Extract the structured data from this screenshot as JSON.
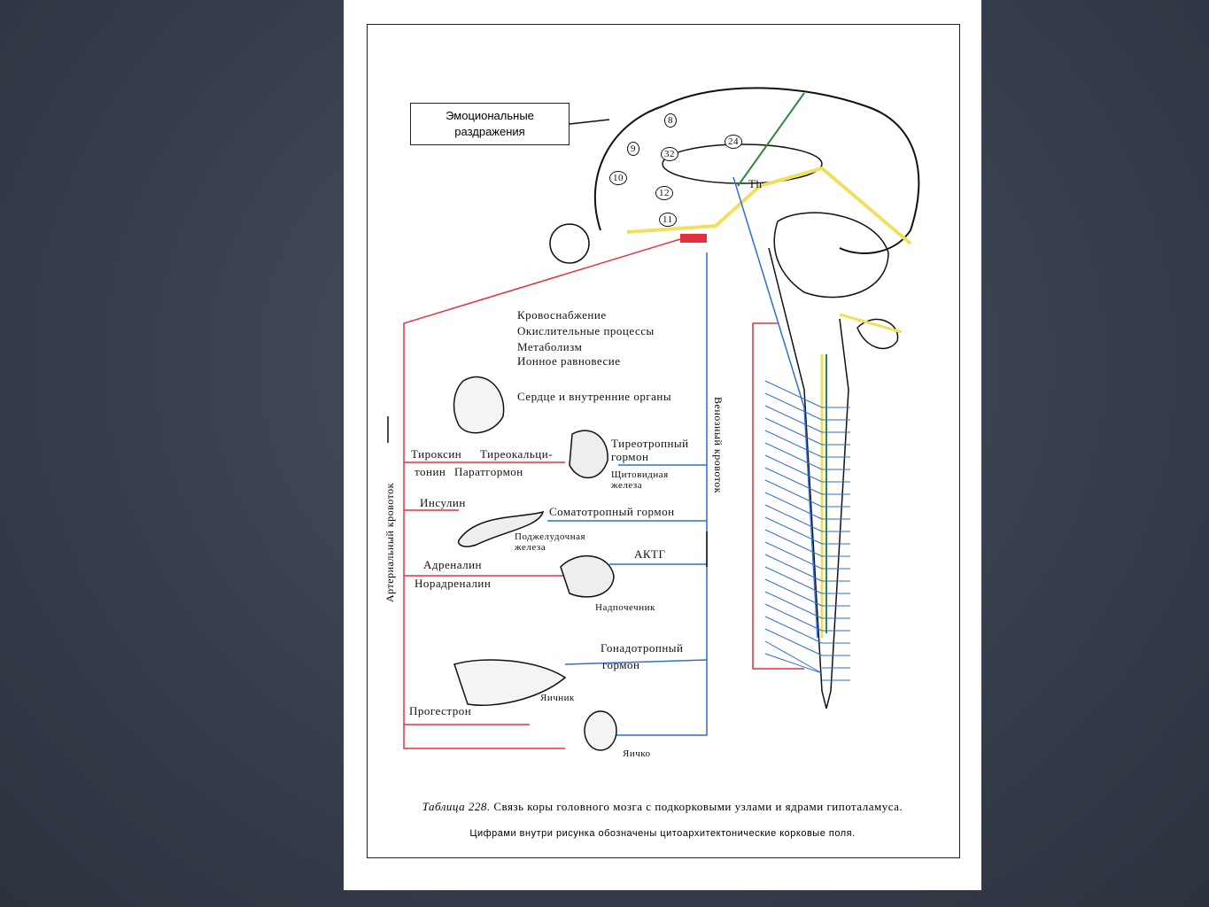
{
  "box_label": "Эмоциональные раздражения",
  "field_numbers": [
    "8",
    "9",
    "32",
    "24",
    "10",
    "12",
    "11"
  ],
  "thalamus_label": "Th",
  "labels": {
    "blood_supply": "Кровоснабжение",
    "oxidation": "Окислительные процессы",
    "metabolism": "Метаболизм",
    "ionic": "Ионное равновесие",
    "heart": "Сердце и внутренние органы",
    "thyroxin": "Тироксин",
    "thyrocalci": "Тиреокальци-",
    "tonin": "тонин",
    "parathormone": "Паратгормон",
    "tsh1": "Тиреотропный",
    "tsh2": "гормон",
    "thyroid1": "Щитовидная",
    "thyroid2": "железа",
    "insulin": "Инсулин",
    "somato": "Соматотропный гормон",
    "pancreas1": "Поджелудочная",
    "pancreas2": "железа",
    "acth": "АКТГ",
    "adrenalin": "Адреналин",
    "noradrenalin": "Норадреналин",
    "adrenal": "Надпочечник",
    "gonado1": "Гонадотропный",
    "gonado2": "гормон",
    "progesterone": "Прогестрон",
    "ovary": "Яичник",
    "testis": "Яичко",
    "arterial": "Артериальный кровоток",
    "venous": "Венозный кровоток"
  },
  "caption": {
    "title_italic": "Таблица 228.",
    "title": "Связь коры головного мозга с подкорковыми узлами и ядрами гипоталамуса.",
    "note": "Цифрами внутри рисунка обозначены цитоархитектонические корковые поля."
  }
}
